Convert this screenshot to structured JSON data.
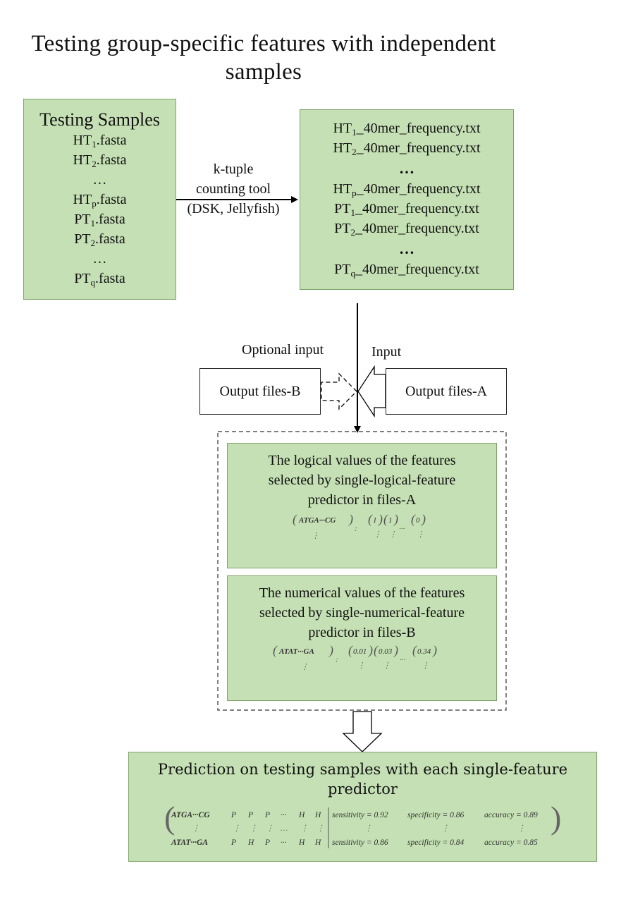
{
  "title": "Testing group-specific features with independent samples",
  "title_lines": [
    "Testing group-specific features with independent",
    "samples"
  ],
  "testing_samples": {
    "header": "Testing Samples",
    "items": [
      {
        "base": "HT",
        "sub": "1",
        "ext": ".fasta"
      },
      {
        "base": "HT",
        "sub": "2",
        "ext": ".fasta"
      },
      {
        "base": "…",
        "sub": "",
        "ext": ""
      },
      {
        "base": "HT",
        "sub": "p",
        "ext": ".fasta"
      },
      {
        "base": "PT",
        "sub": "1",
        "ext": ".fasta"
      },
      {
        "base": "PT",
        "sub": "2",
        "ext": ".fasta"
      },
      {
        "base": "…",
        "sub": "",
        "ext": ""
      },
      {
        "base": "PT",
        "sub": "q",
        "ext": ".fasta"
      }
    ]
  },
  "counting_tool": {
    "lines": [
      "k-tuple",
      "counting tool",
      "(DSK, Jellyfish)"
    ]
  },
  "frequency_files": {
    "items": [
      {
        "base": "HT",
        "sub": "1",
        "ext": "_40mer_frequency.txt"
      },
      {
        "base": "HT",
        "sub": "2",
        "ext": "_40mer_frequency.txt"
      },
      {
        "base": "…",
        "sub": "",
        "ext": "",
        "dots": true
      },
      {
        "base": "HT",
        "sub": "p",
        "ext": "_40mer_frequency.txt"
      },
      {
        "base": "PT",
        "sub": "1",
        "ext": "_40mer_frequency.txt"
      },
      {
        "base": "PT",
        "sub": "2",
        "ext": "_40mer_frequency.txt"
      },
      {
        "base": "…",
        "sub": "",
        "ext": "",
        "dots": true
      },
      {
        "base": "PT",
        "sub": "q",
        "ext": "_40mer_frequency.txt"
      }
    ]
  },
  "inputs": {
    "optional_label": "Optional input",
    "input_label": "Input",
    "files_b": "Output files-B",
    "files_a": "Output files-A"
  },
  "logical_panel": {
    "lines": [
      "The logical values of the features",
      "selected by single-logical-feature",
      "predictor in files-A"
    ],
    "matrix_label": "ATGA···CG",
    "vector_values": [
      "1",
      "1",
      "0"
    ]
  },
  "numerical_panel": {
    "lines": [
      "The numerical values of the features",
      "selected by single-numerical-feature",
      "predictor in files-B"
    ],
    "matrix_label": "ATAT···GA",
    "vector_values": [
      "0.01",
      "0.03",
      "0.34"
    ]
  },
  "prediction": {
    "header": "Prediction on testing samples with each single-feature predictor",
    "rows": [
      {
        "kmer": "ATGA···CG",
        "calls": [
          "P",
          "P",
          "P",
          "···",
          "H",
          "H"
        ],
        "sensitivity": "sensitivity = 0.92",
        "specificity": "specificity = 0.86",
        "accuracy": "accuracy = 0.89"
      },
      {
        "kmer": "ATAT···GA",
        "calls": [
          "P",
          "H",
          "P",
          "···",
          "H",
          "H"
        ],
        "sensitivity": "sensitivity = 0.86",
        "specificity": "specificity = 0.84",
        "accuracy": "accuracy = 0.85"
      }
    ]
  }
}
